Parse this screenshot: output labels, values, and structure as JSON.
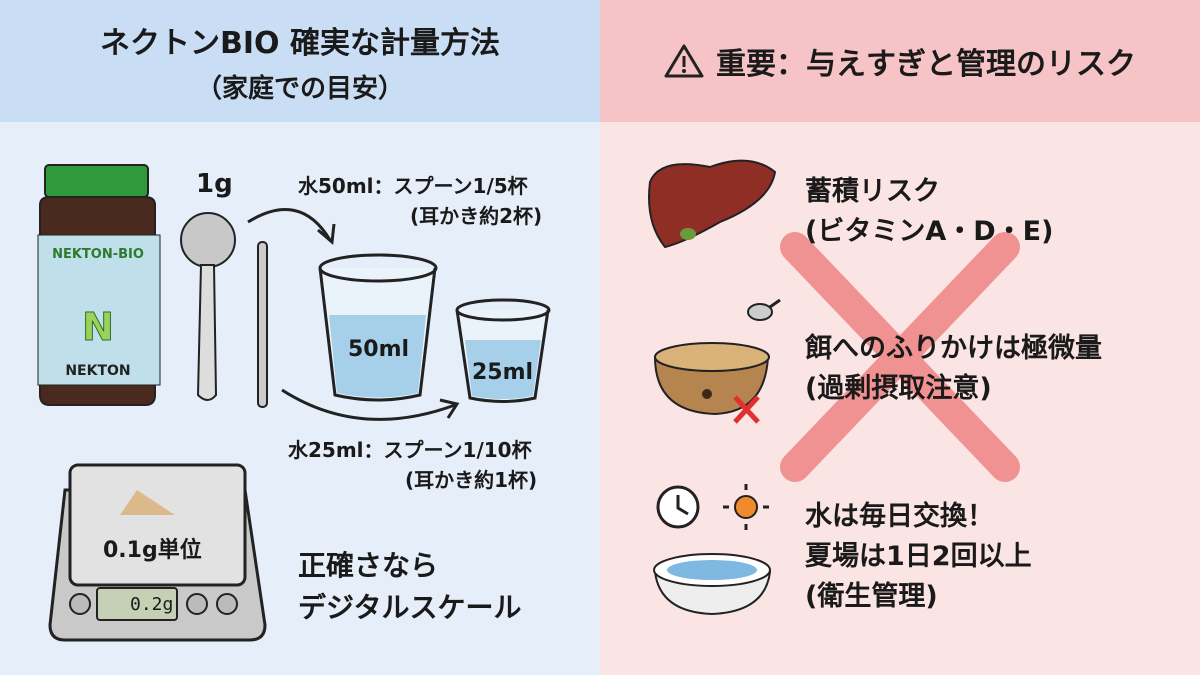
{
  "left": {
    "title": "ネクトンBIO 確実な計量方法",
    "subtitle": "（家庭での目安）",
    "product": {
      "name": "NEKTON-BIO",
      "brand": "NEKTON",
      "letter": "N"
    },
    "spoon_label": "1g",
    "dose_50": {
      "line1": "水50ml：スプーン1/5杯",
      "line2": "(耳かき約2杯)"
    },
    "dose_25": {
      "line1": "水25ml：スプーン1/10杯",
      "line2": "(耳かき約1杯)"
    },
    "cup_large": "50ml",
    "cup_small": "25ml",
    "scale": {
      "unit_label": "0.1g単位",
      "display": "0.2g"
    },
    "scale_text": {
      "line1": "正確さなら",
      "line2": "デジタルスケール"
    }
  },
  "right": {
    "title": "重要：与えすぎと管理のリスク",
    "items": [
      {
        "icon": "liver-icon",
        "line1": "蓄積リスク",
        "line2": "(ビタミンA・D・E)"
      },
      {
        "icon": "food-bowl-icon",
        "line1": "餌へのふりかけは極微量",
        "line2": "(過剰摂取注意)"
      },
      {
        "icon": "water-bowl-icon",
        "line1": "水は毎日交換！",
        "line2": "夏場は1日2回以上",
        "line3": "(衛生管理)"
      }
    ]
  },
  "colors": {
    "left_header": "#c9def5",
    "right_header": "#f6c4c6",
    "cross": "#f08a8a"
  }
}
